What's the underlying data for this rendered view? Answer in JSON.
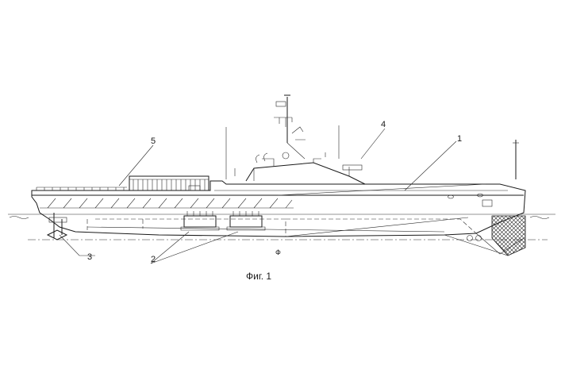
{
  "labels": {
    "hull": "1",
    "propulsion_pods": "2",
    "stern_thruster": "3",
    "superstructure": "4",
    "deck_equipment": "5"
  },
  "caption": "Фиг. 1",
  "marks": {
    "centerline_f": "Ф"
  }
}
